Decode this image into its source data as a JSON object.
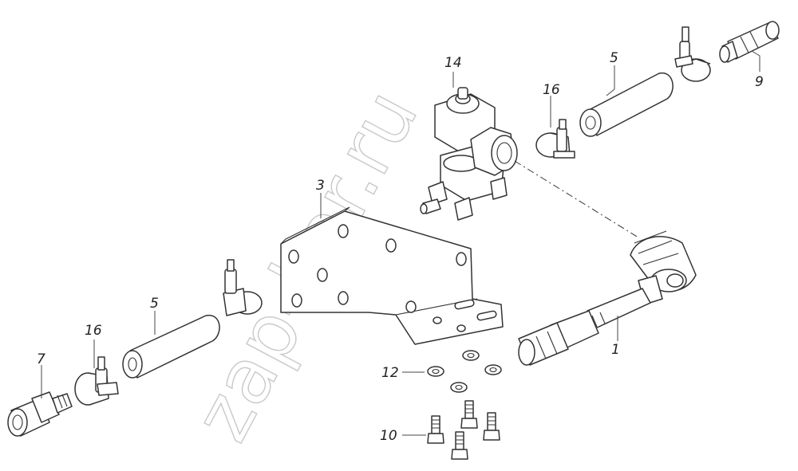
{
  "watermark": "zap-kar.ru",
  "labels": {
    "l1": "1",
    "l3": "3",
    "l5a": "5",
    "l5b": "5",
    "l7": "7",
    "l9": "9",
    "l10": "10",
    "l12": "12",
    "l14": "14",
    "l16a": "16",
    "l16b": "16"
  }
}
